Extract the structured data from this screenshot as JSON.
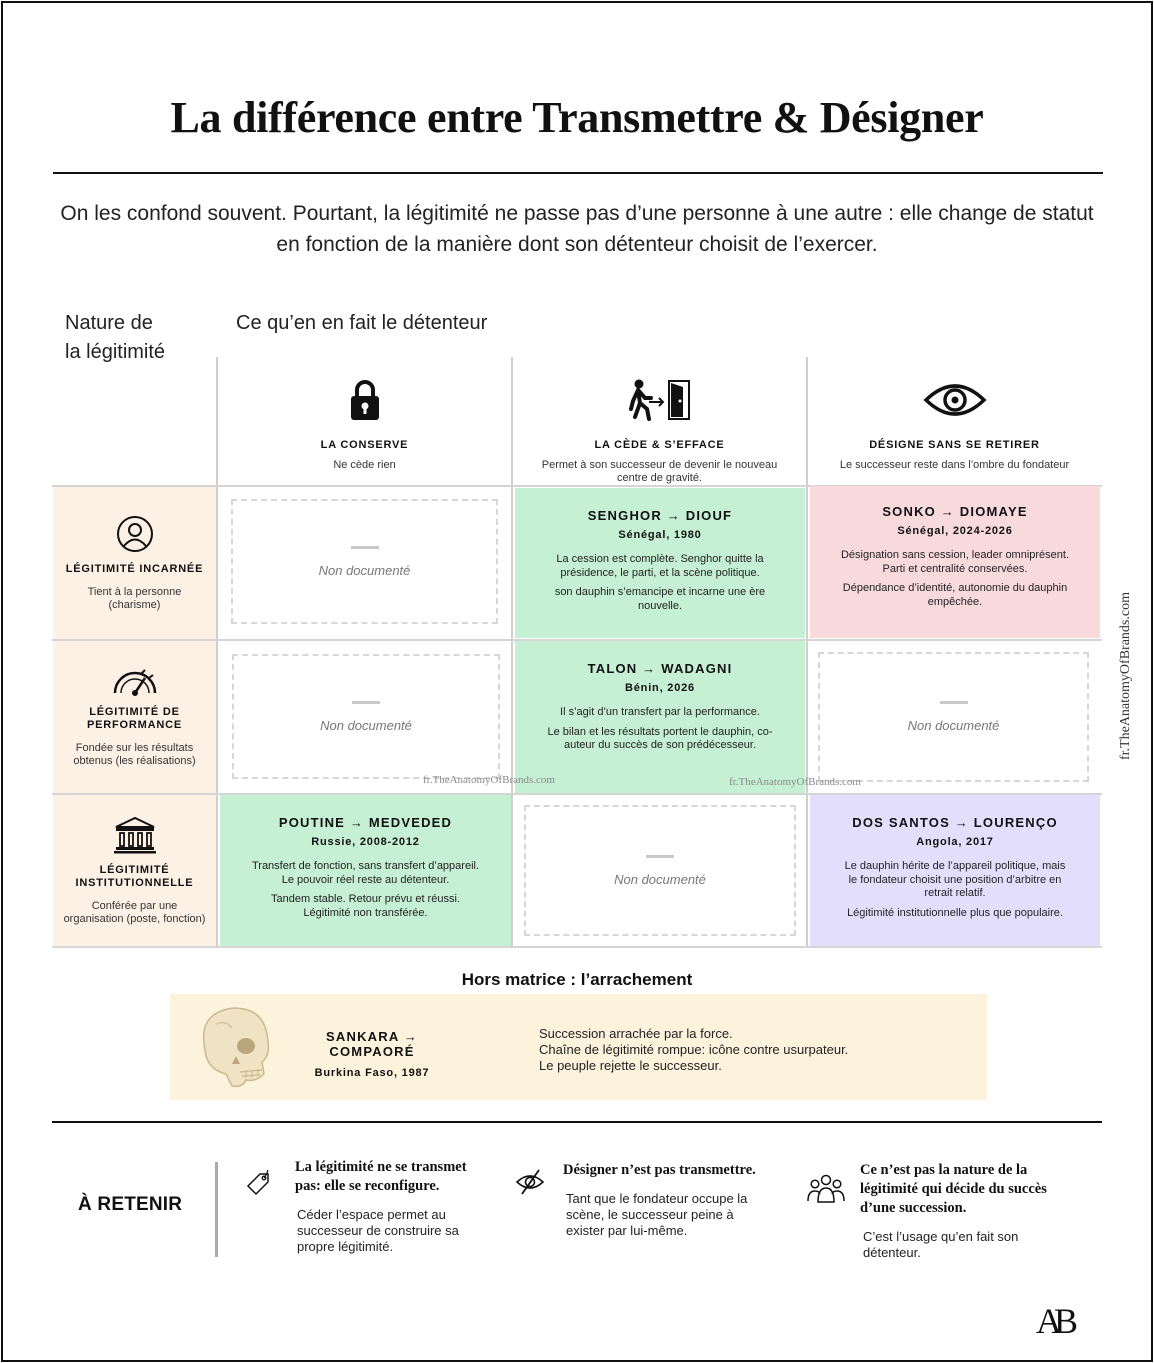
{
  "title": "La différence entre Transmettre & Désigner",
  "intro": "On les confond souvent. Pourtant, la légitimité ne passe pas d’une personne à une autre : elle change de statut en fonction de la manière dont son détenteur choisit de l’exercer.",
  "axis": {
    "rows_label_line1": "Nature de",
    "rows_label_line2": "la légitimité",
    "cols_label": "Ce qu’en en fait le détenteur"
  },
  "columns": [
    {
      "icon": "lock-icon",
      "title": "LA CONSERVE",
      "desc": "Ne cède rien"
    },
    {
      "icon": "exit-door-icon",
      "title": "LA CÈDE & S’EFFACE",
      "desc": "Permet à son successeur de devenir le nouveau centre de gravité."
    },
    {
      "icon": "eye-icon",
      "title": "DÉSIGNE SANS SE RETIRER",
      "desc": "Le successeur reste dans l’ombre du fondateur"
    }
  ],
  "rows": [
    {
      "icon": "person-icon",
      "title": "LÉGITIMITÉ INCARNÉE",
      "desc": "Tient à la personne (charisme)"
    },
    {
      "icon": "gauge-icon",
      "title": "LÉGITIMITÉ  DE PERFORMANCE",
      "desc": "Fondée sur les résultats obtenus (les réalisations)"
    },
    {
      "icon": "institution-icon",
      "title": "LÉGITIMITÉ INSTITUTIONNELLE",
      "desc": "Conférée par une organisation (poste, fonction)"
    }
  ],
  "not_documented": "Non documenté",
  "cells": {
    "r1c2": {
      "title": "SENGHOR → DIOUF",
      "sub": "Sénégal, 1980",
      "p1": "La cession est complète. Senghor quitte la présidence, le parti, et la scène politique.",
      "p2": "son dauphin s’emancipe et incarne une ère nouvelle.",
      "color": "#c5f0d3"
    },
    "r1c3": {
      "title": "SONKO → DIOMAYE",
      "sub": "Sénégal, 2024-2026",
      "p1": "Désignation sans cession, leader omniprésent. Parti et centralité conservées.",
      "p2": "Dépendance d’identité, autonomie du dauphin empêchée.",
      "color": "#f8dadd"
    },
    "r2c2": {
      "title": "TALON → WADAGNI",
      "sub": "Bénin, 2026",
      "p1": "Il s’agit d’un transfert par la performance.",
      "p2": "Le bilan et les résultats portent le dauphin, co-auteur du succès de son prédécesseur.",
      "color": "#c5f0d3"
    },
    "r3c1": {
      "title": "POUTINE → MEDVEDED",
      "sub": "Russie, 2008-2012",
      "p1": "Transfert de fonction, sans transfert d’appareil. Le pouvoir réel reste au détenteur.",
      "p2": "Tandem stable. Retour prévu et réussi. Légitimité non transférée.",
      "color": "#c5f0d3"
    },
    "r3c3": {
      "title": "DOS SANTOS → LOURENÇO",
      "sub": "Angola, 2017",
      "p1": "Le dauphin hérite de l’appareil politique, mais le fondateur choisit une position d’arbitre en retrait relatif.",
      "p2": "Légitimité institutionnelle plus que populaire.",
      "color": "#e4defd"
    }
  },
  "watermark": "fr.TheAnatomyOfBrands.com",
  "side_watermark": "fr.TheAnatomyOfBrands.com",
  "hors": {
    "heading": "Hors matrice : l’arrachement",
    "icon": "skull-icon",
    "title": "SANKARA → COMPAORÉ",
    "sub": "Burkina Faso, 1987",
    "lines": [
      "Succession arrachée par la force.",
      "Chaîne de légitimité rompue: icône contre usurpateur.",
      "Le peuple rejette le successeur."
    ]
  },
  "retain": {
    "title": "À RETENIR",
    "items": [
      {
        "icon": "tag-icon",
        "heading": "La légitimité ne se transmet pas: elle se reconfigure.",
        "body": "Céder l’espace permet au successeur de construire sa propre légitimité."
      },
      {
        "icon": "eye-slash-icon",
        "heading": "Désigner n’est pas transmettre.",
        "body": "Tant que le fondateur occupe la scène, le successeur peine à exister par lui-même."
      },
      {
        "icon": "group-icon",
        "heading": "Ce n’est pas la nature de la légitimité qui décide du succès d’une succession.",
        "body": "C’est l’usage qu’en fait son détenteur."
      }
    ]
  },
  "logo": "AB"
}
